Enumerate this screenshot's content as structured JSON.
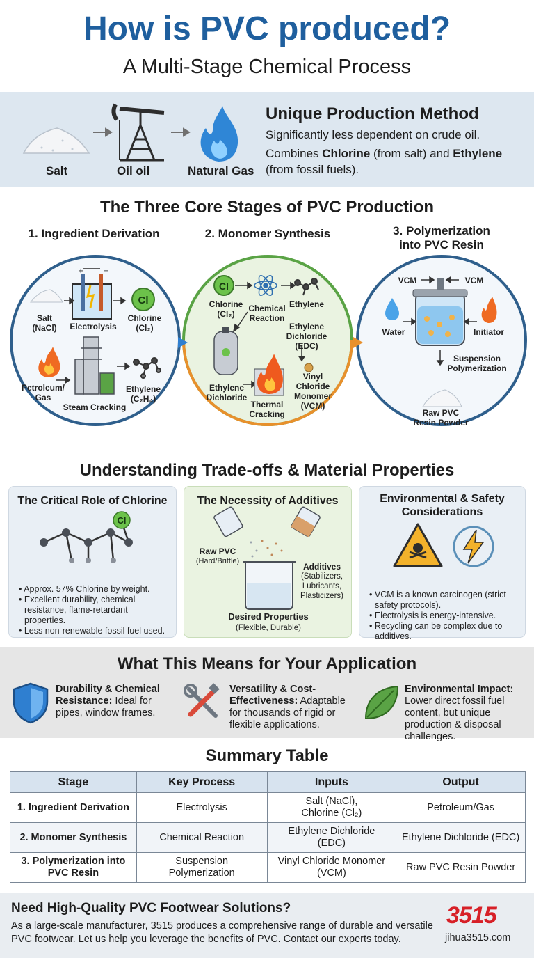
{
  "header": {
    "title": "How is PVC produced?",
    "subtitle": "A Multi-Stage Chemical Process"
  },
  "unique": {
    "sources": [
      "Salt",
      "Oil oil",
      "Natural Gas"
    ],
    "heading": "Unique Production Method",
    "line1": "Significantly less dependent on crude oil.",
    "line2_pre": "Combines ",
    "line2_b1": "Chlorine",
    "line2_mid": " (from salt) and ",
    "line2_b2": "Ethylene",
    "line2_post": " (from fossil fuels)."
  },
  "stages": {
    "heading": "The Three Core Stages of PVC Production",
    "s1": {
      "title": "1. Ingredient Derivation",
      "salt": "Salt\n(NaCl)",
      "electrolysis": "Electrolysis",
      "chlorine": "Chlorine\n(Cl₂)",
      "cl_symbol": "Cl",
      "petroleum": "Petroleum/\nGas",
      "steam": "Steam Cracking",
      "ethylene": "Ethylene\n(C₂H₄)"
    },
    "s2": {
      "title": "2. Monomer Synthesis",
      "cl_symbol": "Cl",
      "chlorine": "Chlorine\n(Cl₂)",
      "reaction": "Chemical\nReaction",
      "ethylene": "Ethylene",
      "edc": "Ethylene\nDichloride\n(EDC)",
      "ed": "Ethylene\nDichloride",
      "thermal": "Thermal\nCracking",
      "vcm": "Vinyl\nChloride\nMonomer\n(VCM)"
    },
    "s3": {
      "title": "3. Polymerization\ninto PVC Resin",
      "vcm_left": "VCM",
      "vcm_right": "VCM",
      "water": "Water",
      "initiator": "Initiator",
      "suspension": "Suspension\nPolymerization",
      "raw": "Raw PVC\nResin Powder"
    }
  },
  "tradeoffs": {
    "heading": "Understanding Trade-offs & Material Properties",
    "card1": {
      "title": "The Critical Role of Chlorine",
      "cl_symbol": "Cl",
      "bullets": [
        "Approx. 57% Chlorine by weight.",
        "Excellent durability, chemical resistance, flame-retardant properties.",
        "Less non-renewable fossil fuel used."
      ]
    },
    "card2": {
      "title": "The Necessity of Additives",
      "raw": "Raw PVC",
      "raw_sub": "(Hard/Brittle)",
      "additives": "Additives",
      "additives_sub": "(Stabilizers,\nLubricants,\nPlasticizers)",
      "desired": "Desired Properties",
      "desired_sub": "(Flexible, Durable)"
    },
    "card3": {
      "title": "Environmental & Safety\nConsiderations",
      "bullets": [
        "VCM is a known carcinogen (strict safety protocols).",
        "Electrolysis is energy-intensive.",
        "Recycling can be complex due to additives."
      ]
    }
  },
  "application": {
    "heading": "What This Means for Your Application",
    "items": [
      {
        "bold": "Durability & Chemical Resistance:",
        "text": " Ideal for pipes, window frames."
      },
      {
        "bold": "Versatility & Cost-Effectiveness:",
        "text": " Adaptable for thousands of rigid or flexible applications."
      },
      {
        "bold": "Environmental Impact:",
        "text": " Lower direct fossil fuel content, but unique production & disposal challenges."
      }
    ]
  },
  "table": {
    "heading": "Summary Table",
    "columns": [
      "Stage",
      "Key Process",
      "Inputs",
      "Output"
    ],
    "rows": [
      [
        "1. Ingredient Derivation",
        "Electrolysis",
        "Salt (NaCl),\nChlorine (Cl₂)",
        "Petroleum/Gas"
      ],
      [
        "2. Monomer Synthesis",
        "Chemical Reaction",
        "Ethylene Dichloride\n(EDC)",
        "Ethylene Dichloride (EDC)"
      ],
      [
        "3. Polymerization into\nPVC Resin",
        "Suspension\nPolymerization",
        "Vinyl Chloride Monomer\n(VCM)",
        "Raw PVC Resin Powder"
      ]
    ]
  },
  "footer": {
    "title": "Need High-Quality PVC Footwear Solutions?",
    "body": "As a large-scale manufacturer, 3515 produces a comprehensive range of durable and versatile PVC footwear. Let us help you leverage the benefits of PVC. Contact our experts today.",
    "logo": "3515",
    "site": "jihua3515.com"
  },
  "colors": {
    "title_blue": "#1f5f9e",
    "circle_blue": "#2f5f8c",
    "circle_green": "#5aa345",
    "circle_orange": "#e8902c",
    "brand_red": "#d72027"
  }
}
